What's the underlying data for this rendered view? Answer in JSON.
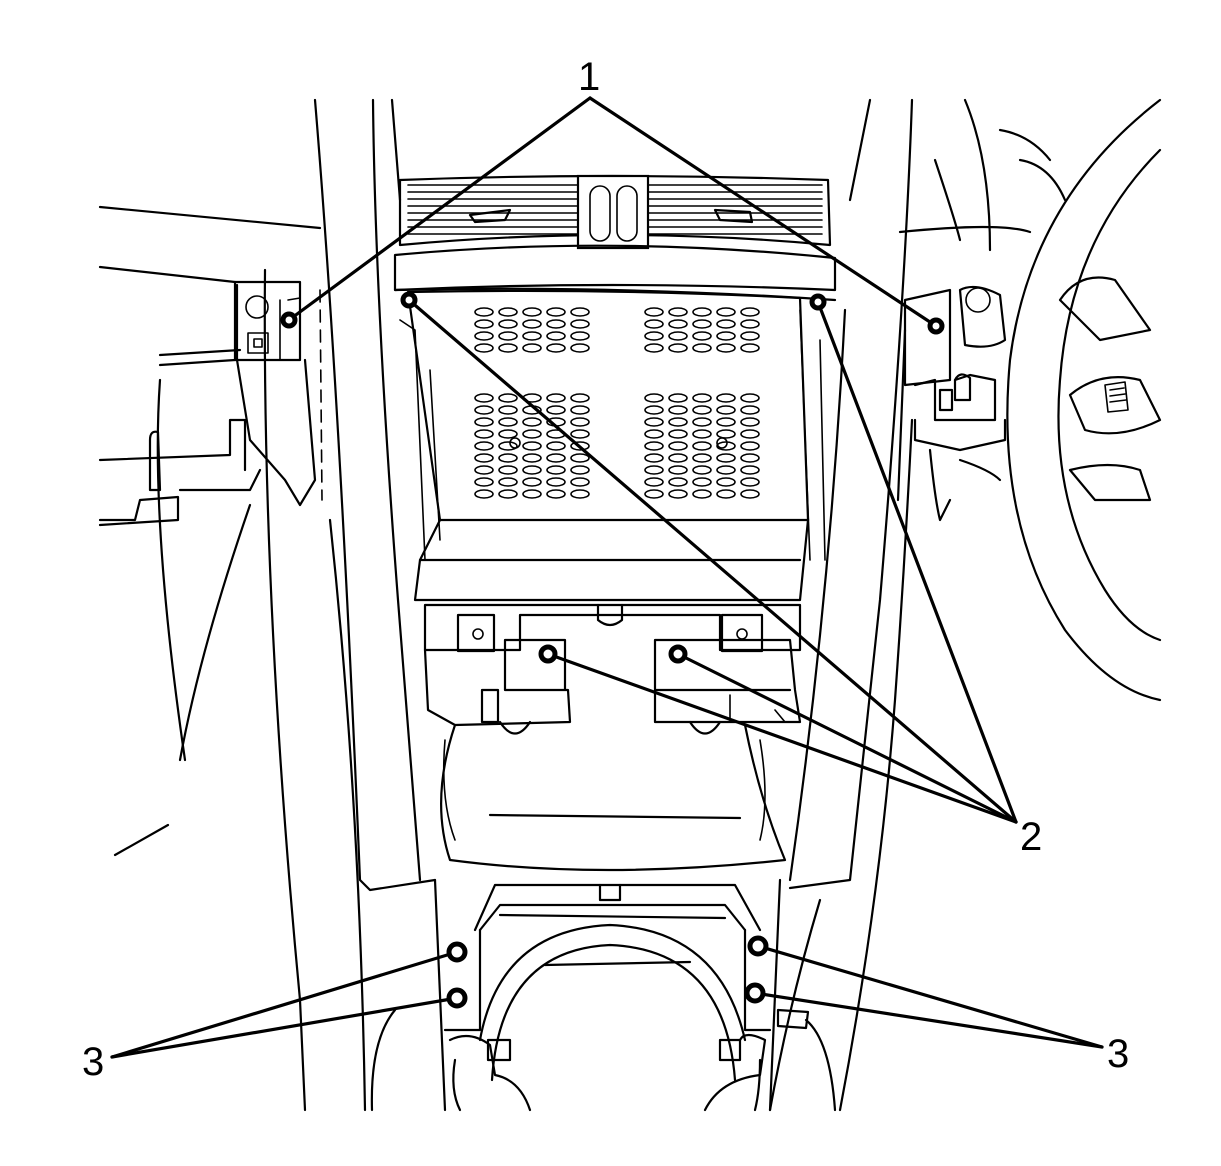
{
  "callouts": [
    {
      "id": "1",
      "label": "1"
    },
    {
      "id": "2",
      "label": "2"
    },
    {
      "id": "3-left",
      "label": "3"
    },
    {
      "id": "3-right",
      "label": "3"
    }
  ]
}
